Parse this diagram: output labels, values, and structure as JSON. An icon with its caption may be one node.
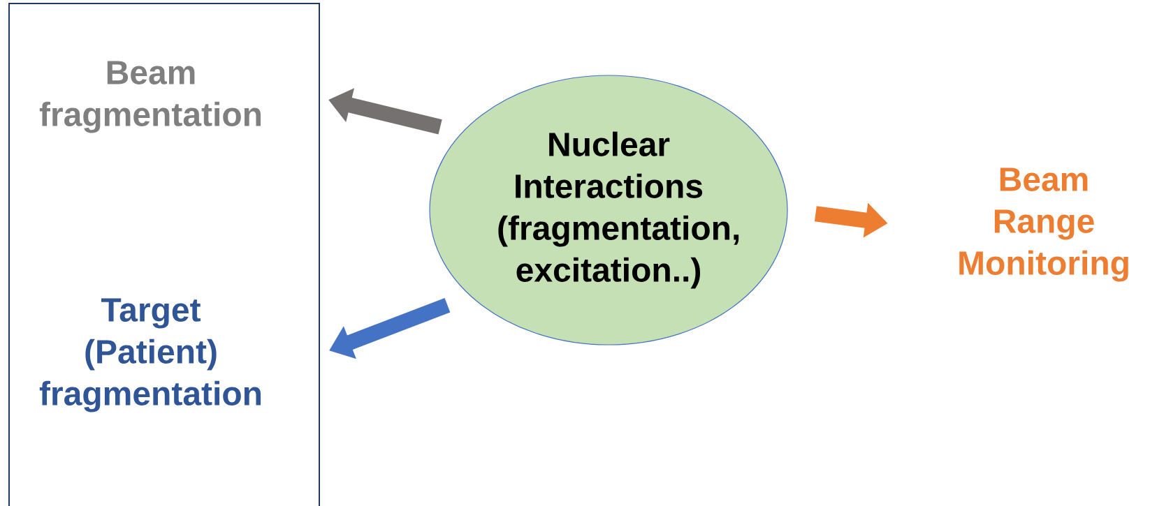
{
  "diagram": {
    "nodes": [
      {
        "text": [],
        "shape": "box"
      },
      {
        "text": [
          "Beam fragmentation"
        ],
        "in": 0
      },
      {
        "text": [
          "Target (Patient) fragmentation"
        ],
        "in": 0
      },
      {
        "text": [
          "Nuclear Interactions (fragmentation, excitation..)"
        ]
      },
      {
        "text": [
          "Beam Range Monitoring"
        ]
      }
    ],
    "edges": [
      {
        "from": 3,
        "to": 1,
        "arrow": "to",
        "color": "#767171"
      },
      {
        "from": 3,
        "to": 2,
        "arrow": "to",
        "color": "#4472c4"
      },
      {
        "from": 3,
        "to": 4,
        "arrow": "to",
        "color": "#ed7d31"
      }
    ]
  }
}
